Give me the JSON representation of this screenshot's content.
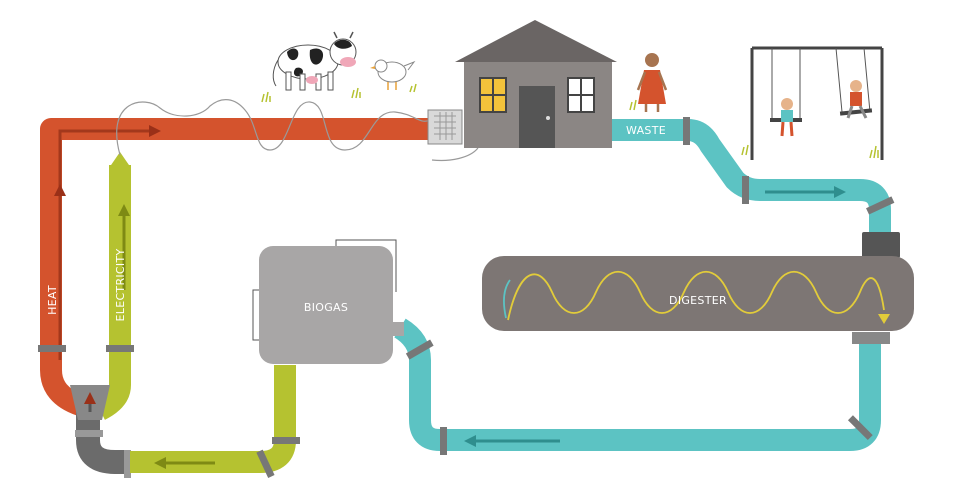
{
  "labels": {
    "waste": "WASTE",
    "digester": "DIGESTER",
    "biogas": "BIOGAS",
    "heat": "HEAT",
    "electricity": "ELECTRICITY"
  },
  "colors": {
    "heat": "#d4532d",
    "electricity": "#b5c230",
    "waste": "#5cc3c3",
    "digester": "#7d7674",
    "biogas_tank": "#a8a6a6",
    "house": "#8b8684",
    "roof": "#6a6564",
    "pipe_dark": "#6b6b6b",
    "window": "#f3c33b"
  }
}
